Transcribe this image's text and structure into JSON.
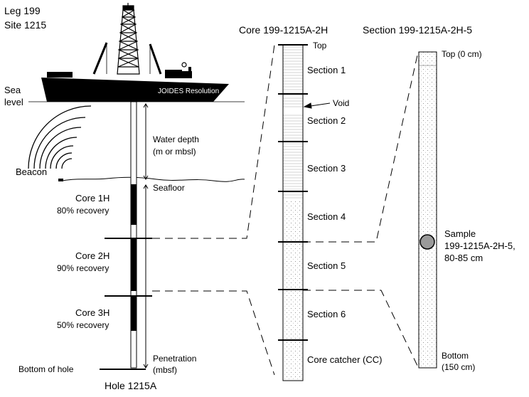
{
  "header": {
    "leg": "Leg 199",
    "site": "Site 1215"
  },
  "ship": {
    "name": "JOIDES Resolution",
    "sea_level_line1": "Sea",
    "sea_level_line2": "level",
    "beacon": "Beacon"
  },
  "hole": {
    "water_depth_line1": "Water depth",
    "water_depth_line2": "(m or mbsl)",
    "seafloor": "Seafloor",
    "penetration_line1": "Penetration",
    "penetration_line2": "(mbsf)",
    "bottom_of_hole": "Bottom of hole",
    "hole_label": "Hole 1215A",
    "cores": [
      {
        "name": "Core 1H",
        "recovery": "80% recovery"
      },
      {
        "name": "Core 2H",
        "recovery": "90% recovery"
      },
      {
        "name": "Core 3H",
        "recovery": "50% recovery"
      }
    ]
  },
  "core_panel": {
    "title": "Core 199-1215A-2H",
    "top": "Top",
    "void": "Void",
    "sections": [
      "Section 1",
      "Section 2",
      "Section 3",
      "Section 4",
      "Section 5",
      "Section 6"
    ],
    "core_catcher": "Core catcher (CC)"
  },
  "section_panel": {
    "title": "Section 199-1215A-2H-5",
    "top": "Top (0 cm)",
    "sample_line1": "Sample",
    "sample_line2": "199-1215A-2H-5,",
    "sample_line3": "80-85 cm",
    "bottom_line1": "Bottom",
    "bottom_line2": "(150 cm)"
  },
  "colors": {
    "core_fill": "#000000",
    "sample_fill": "#9a9a9a"
  }
}
